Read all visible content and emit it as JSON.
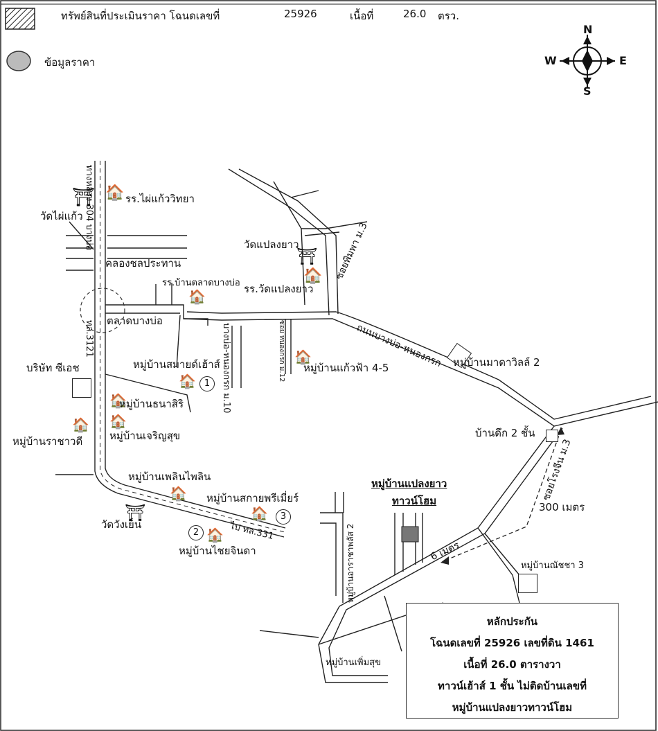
{
  "header": {
    "hatch_legend": "ทรัพย์สินที่ประเมินราคา โฉนดเลขที่",
    "deed_no": "25926",
    "area_label": "เนื้อที่",
    "area_value": "26.0",
    "area_unit": "ตรว.",
    "circle_legend": "ข้อมูลราคา"
  },
  "compass": {
    "n": "N",
    "s": "S",
    "e": "E",
    "w": "W"
  },
  "places": {
    "temple_phaikaeo": "วัดไผ่แก้ว",
    "school_phaikaeo": "รร.ไผ่แก้ววิทยา",
    "canal": "คลองชลประทาน",
    "school_talat": "รร.บ้านตลาดบางบ่อ",
    "market": "ตลาดบางบ่อ",
    "company": "บริษัท ซีเอช",
    "vill_samai": "หมู่บ้านสมายด์เฮ้าส์",
    "vill_thana": "หมู่บ้านธนาสิริ",
    "vill_charoen": "หมู่บ้านเจริญสุข",
    "vill_racha": "หมู่บ้านราชาวดี",
    "vill_phloen": "หมู่บ้านเพลินไพลิน",
    "temple_wangyen": "วัดวังเย็น",
    "vill_sakai": "หมู่บ้านสกายพรีเมี่ยร์",
    "vill_chai": "หมู่บ้านไชยจินดา",
    "temple_plaeng": "วัดแปลงยาว",
    "school_plaeng": "รร.วัดแปลงยาว",
    "soi_phimpha": "ซอยพิมพา ม.3",
    "road_nongkrok": "ถนนบางบ่อ-หนองกรก",
    "vill_kaewfa": "หมู่บ้านแก้วฟ้า 4-5",
    "vill_mada": "หมู่บ้านมาดาวิลล์ 2",
    "bandik": "บ้านดึก 2 ชั้น",
    "soi_rongchi": "ซอยโรงจีน ม.3",
    "dist_300": "300 เมตร",
    "vill_plaeng_l1": "หมู่บ้านแปลงยาว",
    "vill_plaeng_l2": "ทาวน์โฮม",
    "road_6m": "6 เมตร",
    "vill_natcha": "หมู่บ้านณัชชา 3",
    "vill_phoem": "หมู่บ้านเพิ่มสุข",
    "road_304": "ทางหลวง 304 บางบ่อ",
    "road_3121": "ทล.3121",
    "road_mu10": "บางบ่อ-หนองกรก ม.10",
    "road_mu12": "ซอย หนองกรก ม.12",
    "road_arsa": "หมู่บ้านอาราชาพลัส 2",
    "road_331": "ไป ทล.331",
    "marker1": "1",
    "marker2": "2",
    "marker3": "3"
  },
  "info_box": {
    "title": "หลักประกัน",
    "line1": "โฉนดเลขที่  25926 เลขที่ดิน 1461",
    "line2": "เนื้อที่ 26.0 ตารางวา",
    "line3": "ทาวน์เฮ้าส์ 1 ชั้น ไม่ติดบ้านเลขที่",
    "line4": "หมู่บ้านแปลงยาวทาวน์โฮม"
  }
}
